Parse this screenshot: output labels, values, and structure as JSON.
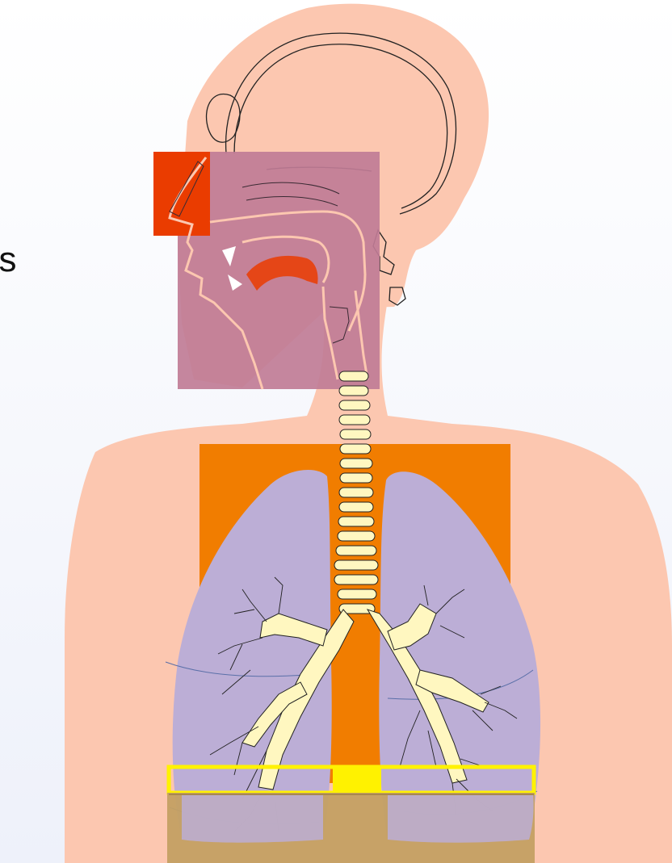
{
  "slide": {
    "partial_label": "ays"
  },
  "diagram": {
    "colors": {
      "background_top": "#ffffff",
      "background_bottom": "#eef1fa",
      "body_skin": "#fcc7b0",
      "head_region": "#c07c96",
      "nasal_region": "#ea3c00",
      "tongue_highlight": "#ea3c00",
      "chest_region": "#f17d00",
      "lungs": "#bcaed6",
      "trachea_cartilage": "#fff7c0",
      "diaphragm_band": "#fff200",
      "abdomen_band": "#c4a063"
    },
    "regions": [
      "head-upper-airway",
      "nasal-cavity",
      "trachea",
      "thoracic-cavity",
      "left-lung",
      "right-lung",
      "bronchial-tree",
      "diaphragm",
      "abdomen"
    ]
  }
}
